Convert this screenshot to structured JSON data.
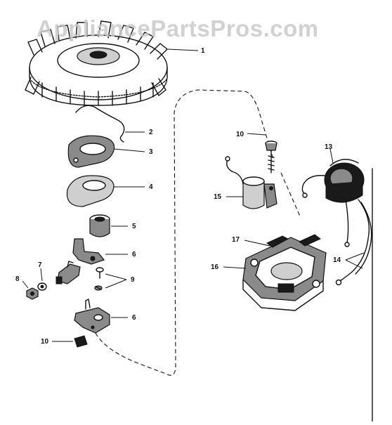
{
  "watermark": "AppliancePartsPros.com",
  "callouts": {
    "flywheel": "1",
    "spring_clip": "2",
    "plate_upper": "3",
    "gasket": "4",
    "sleeve": "5",
    "bracket_upper": "6",
    "washer": "7",
    "nut": "8",
    "screws": "9",
    "bracket_lower": "6",
    "clip_small": "10",
    "coil_screw": "10",
    "coil": "13",
    "wire": "14",
    "condenser": "15",
    "stator_plate": "16",
    "breaker_box": "17"
  }
}
